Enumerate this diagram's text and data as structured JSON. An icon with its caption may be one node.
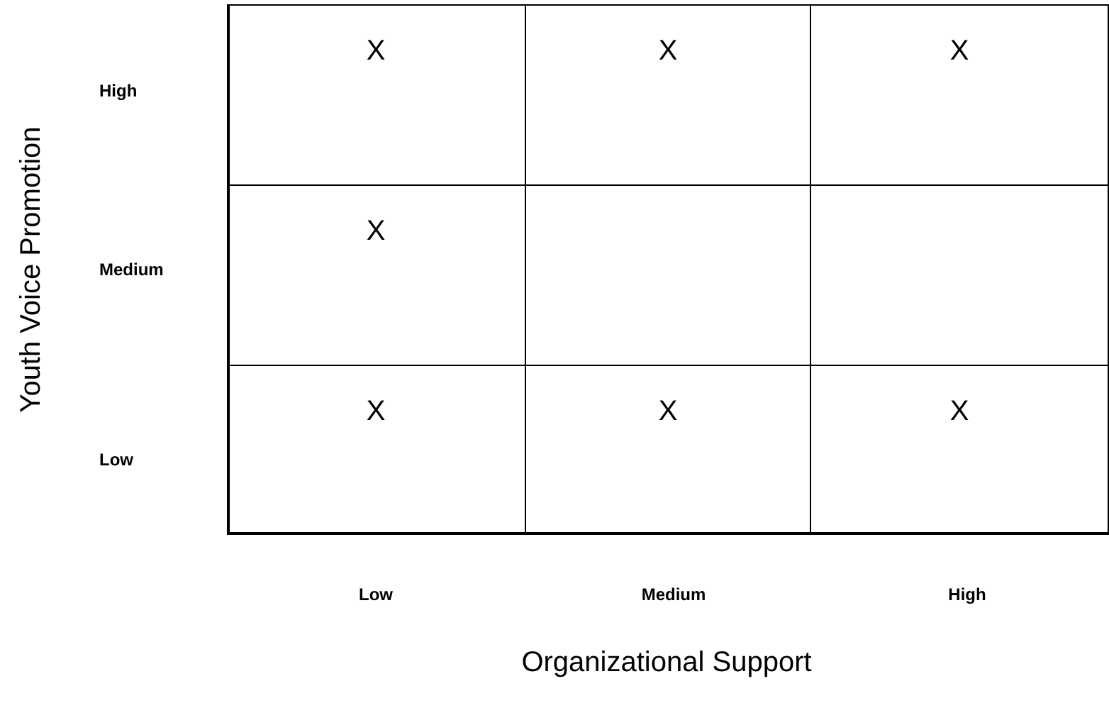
{
  "diagram": {
    "nodes": [
      {
        "text": [
          "X"
        ]
      },
      {
        "text": [
          "X"
        ]
      },
      {
        "text": [
          "X"
        ]
      },
      {
        "text": [
          "X"
        ]
      },
      {
        "text": [],
        "shape": "box"
      },
      {
        "text": [],
        "shape": "box"
      },
      {
        "text": [
          "X"
        ]
      },
      {
        "text": [
          "X"
        ]
      },
      {
        "text": [
          "X"
        ]
      }
    ],
    "labels": [
      "Youth Voice Promotion",
      "High",
      "Medium",
      "Low",
      "Low",
      "Medium",
      "High",
      "Organizational Support"
    ]
  }
}
